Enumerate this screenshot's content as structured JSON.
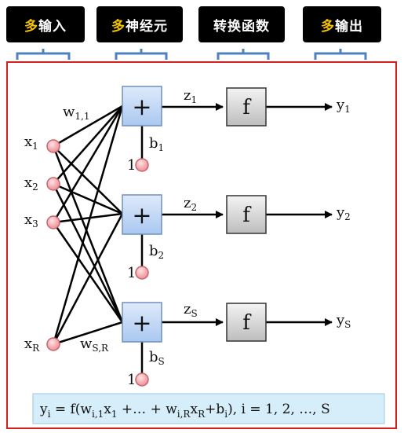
{
  "headers": [
    {
      "highlight": "多",
      "text": "输入"
    },
    {
      "highlight": "多",
      "text": "神经元"
    },
    {
      "highlight": "",
      "text": "转换函数"
    },
    {
      "highlight": "多",
      "text": "输出"
    }
  ],
  "inputs": [
    {
      "base": "x",
      "sub": "1"
    },
    {
      "base": "x",
      "sub": "2"
    },
    {
      "base": "x",
      "sub": "3"
    },
    {
      "base": "x",
      "sub": "R"
    }
  ],
  "neurons": [
    {
      "symbol": "+",
      "bias": {
        "base": "b",
        "sub": "1"
      },
      "one": "1",
      "z": {
        "base": "z",
        "sub": "1"
      },
      "f": "f",
      "y": {
        "base": "y",
        "sub": "1"
      }
    },
    {
      "symbol": "+",
      "bias": {
        "base": "b",
        "sub": "2"
      },
      "one": "1",
      "z": {
        "base": "z",
        "sub": "2"
      },
      "f": "f",
      "y": {
        "base": "y",
        "sub": "2"
      }
    },
    {
      "symbol": "+",
      "bias": {
        "base": "b",
        "sub": "S"
      },
      "one": "1",
      "z": {
        "base": "z",
        "sub": "S"
      },
      "f": "f",
      "y": {
        "base": "y",
        "sub": "S"
      }
    }
  ],
  "weights": [
    {
      "base": "w",
      "sub": "1,1"
    },
    {
      "base": "w",
      "sub": "S,R"
    }
  ],
  "formula": [
    {
      "t": "y"
    },
    {
      "s": "i"
    },
    {
      "t": " = f(w"
    },
    {
      "s": "i,1"
    },
    {
      "t": "x"
    },
    {
      "s": "1"
    },
    {
      "t": " +… + w"
    },
    {
      "s": "i,R"
    },
    {
      "t": "x"
    },
    {
      "s": "R"
    },
    {
      "t": "+b"
    },
    {
      "s": "i"
    },
    {
      "t": "), i = 1, 2, …, S"
    }
  ],
  "colors": {
    "header_bg": "#000000",
    "header_text": "#ffffff",
    "header_highlight": "#f5c400",
    "bracket": "#4f81bd",
    "frame": "#d42020",
    "sum_box": "#c6dbf7",
    "node": "#f4a3a8",
    "f_box": "#dcdcdc",
    "formula_bg": "#d6eefa"
  }
}
